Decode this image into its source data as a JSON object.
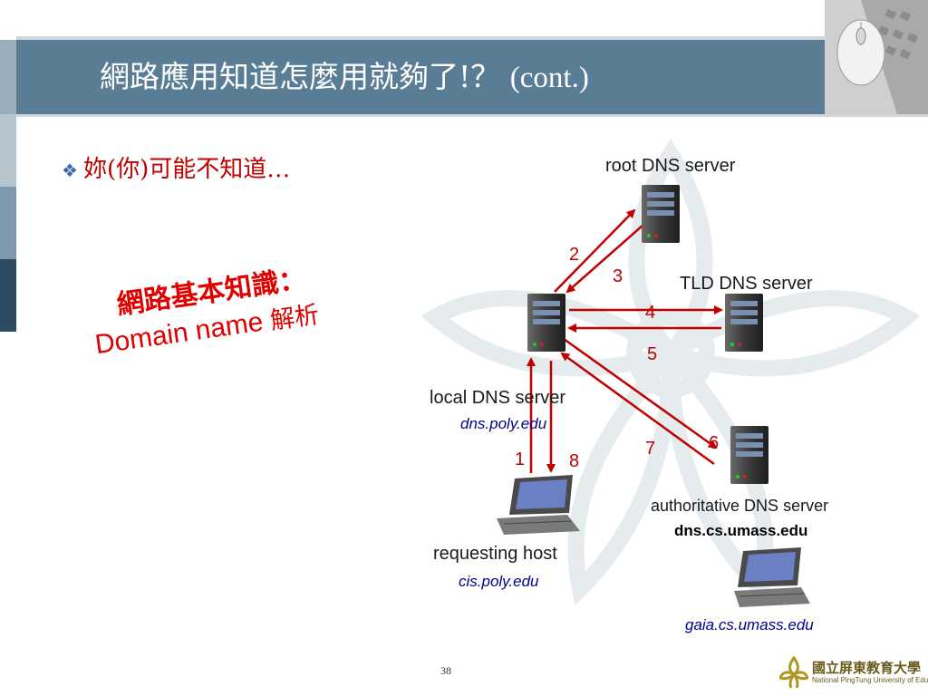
{
  "slide": {
    "title": "網路應用知道怎麼用就夠了!？",
    "title_suffix": "(cont.)",
    "bullet": "妳(你)可能不知道…",
    "note_line1": "網路基本知識：",
    "note_line2_en": "Domain name ",
    "note_line2_zh": "解析",
    "page_number": "38"
  },
  "diagram": {
    "root_label": "root DNS server",
    "tld_label": "TLD DNS server",
    "local_label": "local DNS server",
    "local_domain": "dns.poly.edu",
    "auth_label": "authoritative DNS server",
    "auth_domain": "dns.cs.umass.edu",
    "host_label": "requesting host",
    "host_domain": "cis.poly.edu",
    "target_domain": "gaia.cs.umass.edu",
    "steps": [
      "1",
      "2",
      "3",
      "4",
      "5",
      "6",
      "7",
      "8"
    ],
    "arrow_color": "#c00000"
  },
  "logo": {
    "name": "國立屏東教育大學",
    "subtitle": "National PingTung University of Education"
  },
  "colors": {
    "header": "#5a7d96",
    "accent_red": "#c00000",
    "domain_blue": "#00008b"
  }
}
